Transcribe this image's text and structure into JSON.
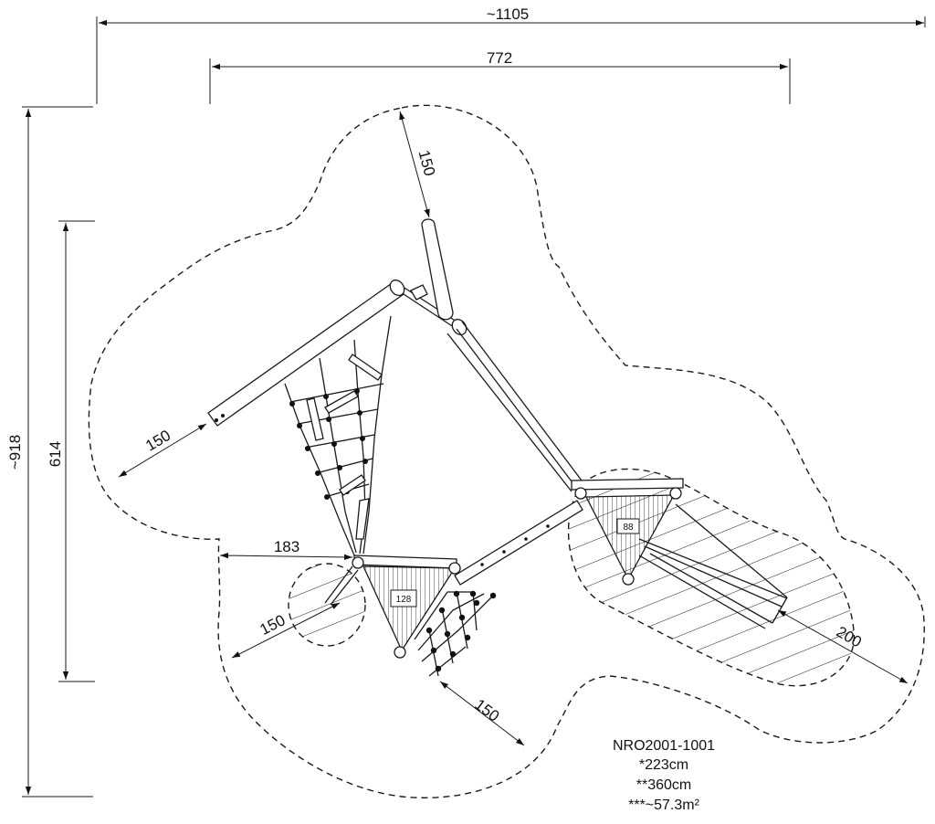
{
  "dimensions": {
    "overall_width": "~1105",
    "frame_width": "772",
    "overall_depth": "~918",
    "frame_depth": "614",
    "clearance_top": "150",
    "clearance_left": "150",
    "clearance_lower_left": "150",
    "clearance_bottom": "150",
    "offset_183": "183",
    "clearance_right": "200"
  },
  "platforms": {
    "left_height": "128",
    "right_height": "88"
  },
  "info": {
    "code": "NRO2001-1001",
    "height_1": "*223cm",
    "height_2": "**360cm",
    "area": "***~57.3m²"
  }
}
